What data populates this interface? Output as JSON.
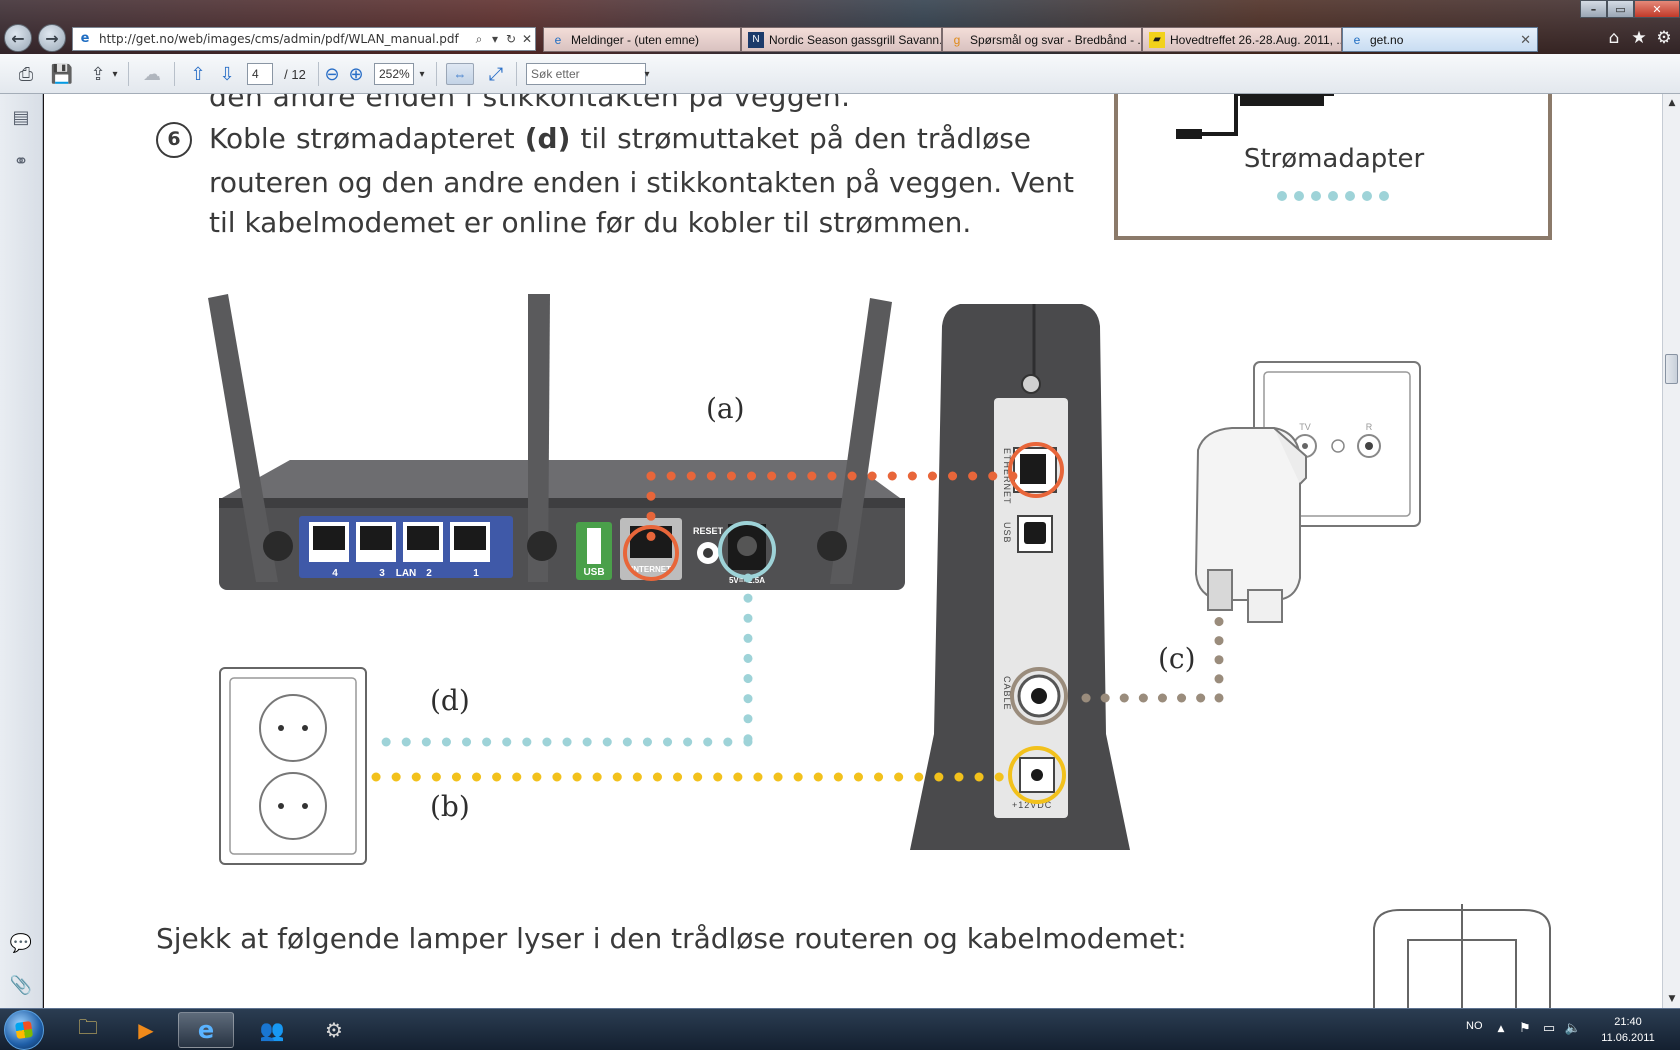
{
  "browser": {
    "back_glyph": "←",
    "forward_glyph": "→",
    "address": {
      "url": "http://get.no/web/images/cms/admin/pdf/WLAN_manual.pdf",
      "icon": "ie-page-icon",
      "search_glyph": "⌕",
      "refresh_glyph": "↻",
      "stop_glyph": "✕"
    },
    "tabs": [
      {
        "label": "Meldinger - (uten emne)",
        "icon": "ie-page-icon",
        "glyph": "e"
      },
      {
        "label": "Nordic Season gassgrill Savann...",
        "icon": "site-icon",
        "glyph": "N"
      },
      {
        "label": "Spørsmål og svar - Bredbånd - ...",
        "icon": "site-icon",
        "glyph": "g"
      },
      {
        "label": "Hovedtreffet 26.-28.Aug. 2011, ...",
        "icon": "site-icon",
        "glyph": "▰"
      },
      {
        "label": "get.no",
        "icon": "ie-page-icon",
        "glyph": "e"
      }
    ],
    "active_tab": 4,
    "tab_close_glyph": "✕",
    "window_controls": {
      "minimize": "–",
      "maximize": "▭",
      "close": "✕"
    },
    "commands": {
      "home": "⌂",
      "favorites": "★",
      "tools": "⚙"
    }
  },
  "pdf_toolbar": {
    "print_glyph": "⎙",
    "save_glyph": "💾",
    "share_glyph": "⇪",
    "hand_glyph": "☁",
    "prev_glyph": "⇧",
    "next_glyph": "⇩",
    "page_current": "4",
    "page_total": "/ 12",
    "zoom_out_glyph": "⊖",
    "zoom_in_glyph": "⊕",
    "zoom_value": "252%",
    "dropdown_glyph": "▾",
    "fit_width_glyph": "⇔",
    "fit_page_glyph": "⤢",
    "search_placeholder": "Søk etter"
  },
  "nav_pane": {
    "pages_glyph": "▤",
    "find_glyph": "⚭",
    "comments_glyph": "💬",
    "attachments_glyph": "📎"
  },
  "document": {
    "cut_line": "den andre enden i stikkontakten på veggen.",
    "step_number": "6",
    "step_line1_pre": "Koble strømadapteret",
    "step_line1_bold": "(d)",
    "step_line1_post": "til strømuttaket på den trådløse",
    "step_line2": "routeren og den andre enden i stikkontakten på veggen. Vent",
    "step_line3": "til kabelmodemet er online før du kobler til strømmen.",
    "adapter_label": "Strømadapter",
    "check_text": "Sjekk at følgende lamper lyser i den trådløse routeren og kabelmodemet:",
    "diagram": {
      "label_a": "(a)",
      "label_b": "(b)",
      "label_c": "(c)",
      "label_d": "(d)",
      "router_lan_label": "LAN",
      "router_lan_ports": [
        "4",
        "3",
        "2",
        "1"
      ],
      "router_usb": "USB",
      "router_internet": "INTERNET",
      "router_reset": "RESET",
      "router_power": "5V==2.5A",
      "modem_ethernet": "ETHERNET",
      "modem_usb": "USB",
      "modem_cable": "CABLE",
      "modem_power": "+12VDC",
      "wall_tv": "TV",
      "wall_r": "R"
    },
    "colors": {
      "orange": "#e8663a",
      "teal": "#9ed3d8",
      "yellow": "#f2c11c",
      "taupe": "#9a8c7c",
      "device_dark": "#4a4a4c",
      "lan_blue": "#3f59a8",
      "usb_green": "#4aa04a"
    }
  },
  "taskbar": {
    "apps": [
      {
        "name": "explorer",
        "glyph": "🗀"
      },
      {
        "name": "media-player",
        "glyph": "▶"
      },
      {
        "name": "internet-explorer",
        "glyph": "e"
      },
      {
        "name": "messenger",
        "glyph": "👥"
      },
      {
        "name": "steam",
        "glyph": "⚙"
      }
    ],
    "language": "NO",
    "tray_up_glyph": "▲",
    "time": "21:40",
    "date": "11.06.2011"
  }
}
